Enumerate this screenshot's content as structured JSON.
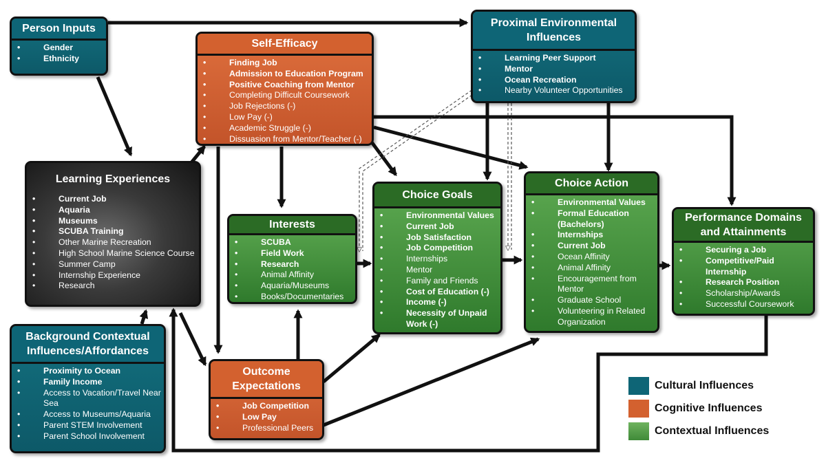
{
  "nodes": {
    "person_inputs": {
      "title": "Person Inputs",
      "items": [
        "Gender",
        "Ethnicity"
      ]
    },
    "self_efficacy": {
      "title": "Self-Efficacy",
      "items": [
        "Finding Job",
        "Admission to Education Program",
        "Positive Coaching from Mentor",
        "Completing Difficult Coursework",
        "Job Rejections (-)",
        "Low Pay (-)",
        "Academic Struggle (-)",
        "Dissuasion from Mentor/Teacher (-)"
      ]
    },
    "proximal": {
      "title": "Proximal Environmental Influences",
      "items": [
        "Learning Peer Support",
        "Mentor",
        "Ocean Recreation",
        "Nearby Volunteer Opportunities"
      ]
    },
    "learning": {
      "title": "Learning Experiences",
      "items": [
        "Current Job",
        "Aquaria",
        "Museums",
        "SCUBA Training",
        "Other Marine Recreation",
        "High School Marine Science Course",
        "Summer Camp",
        "Internship Experience",
        "Research"
      ]
    },
    "interests": {
      "title": "Interests",
      "items": [
        "SCUBA",
        "Field Work",
        "Research",
        "Animal Affinity",
        "Aquaria/Museums",
        "Books/Documentaries"
      ]
    },
    "choice_goals": {
      "title": "Choice Goals",
      "items": [
        "Environmental Values",
        "Current Job",
        "Job Satisfaction",
        "Job Competition",
        "Internships",
        "Mentor",
        "Family and Friends",
        "Cost of Education (-)",
        "Income (-)",
        "Necessity of Unpaid Work (-)"
      ]
    },
    "choice_action": {
      "title": "Choice Action",
      "items": [
        "Environmental Values",
        "Formal Education (Bachelors)",
        "Internships",
        "Current Job",
        "Ocean Affinity",
        "Animal Affinity",
        "Encouragement from Mentor",
        "Graduate School",
        "Volunteering in Related Organization"
      ]
    },
    "performance": {
      "title": "Performance Domains and Attainments",
      "items": [
        "Securing a Job",
        "Competitive/Paid Internship",
        "Research Position",
        "Scholarship/Awards",
        "Successful Coursework"
      ]
    },
    "background": {
      "title": "Background Contextual Influences/Affordances",
      "items": [
        "Proximity to Ocean",
        "Family Income",
        "Access to Vacation/Travel Near Sea",
        "Access to Museums/Aquaria",
        "Parent STEM Involvement",
        "Parent School Involvement"
      ]
    },
    "outcome": {
      "title": "Outcome Expectations",
      "items": [
        "Job Competition",
        "Low Pay",
        "Professional Peers"
      ]
    }
  },
  "legend": [
    {
      "label": "Cultural Influences",
      "color": "#0e6576"
    },
    {
      "label": "Cognitive Influences",
      "color": "#d3612f"
    },
    {
      "label": "Contextual Influences",
      "color": "#4f9a45"
    }
  ]
}
